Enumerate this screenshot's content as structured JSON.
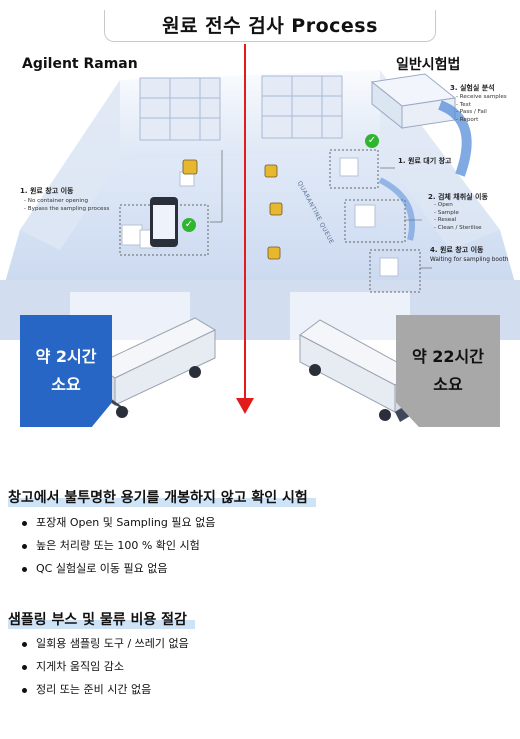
{
  "title": "원료 전수 검사 Process",
  "left_label": "Agilent Raman",
  "right_label": "일반시험법",
  "left_step": {
    "title": "1. 원료 창고 이동",
    "items": [
      "No container opening",
      "Bypass the sampling process"
    ]
  },
  "right_steps": [
    {
      "title": "1. 원료 대기 창고",
      "items": []
    },
    {
      "title": "2. 검체 채취실  이동",
      "items": [
        "Open",
        "Sample",
        "Reseal",
        "Clean / Sterilise"
      ]
    },
    {
      "title": "3. 실험실 분석",
      "items": [
        "Receive samples",
        "Test",
        "Pass / Fail",
        "Report"
      ]
    },
    {
      "title": "4. 원료 창고 이동",
      "items": [
        "Waiting for sampling booth"
      ]
    }
  ],
  "quarantine_label": "QUARANTINE QUEUE",
  "left_badge": {
    "line1": "약 2시간",
    "line2": "소요"
  },
  "right_badge": {
    "line1": "약 22시간",
    "line2": "소요"
  },
  "sections": [
    {
      "heading": "창고에서 불투명한 용기를 개봉하지 않고 확인 시험",
      "items": [
        "포장재 Open 및 Sampling 필요 없음",
        "높은 처리량 또는 100 % 확인 시험",
        "QC 실험실로 이동 필요 없음"
      ]
    },
    {
      "heading": "샘플링 부스 및 물류 비용 절감",
      "items": [
        "일회용 샘플링 도구 / 쓰레기 없음",
        "지게차 움직임 감소",
        "정리 또는 준비 시간 없음"
      ]
    }
  ],
  "colors": {
    "accent_blue": "#2766c4",
    "arrow_red": "#e21b1b",
    "badge_gray": "#a8a8a8",
    "check_green": "#2fb52f"
  }
}
